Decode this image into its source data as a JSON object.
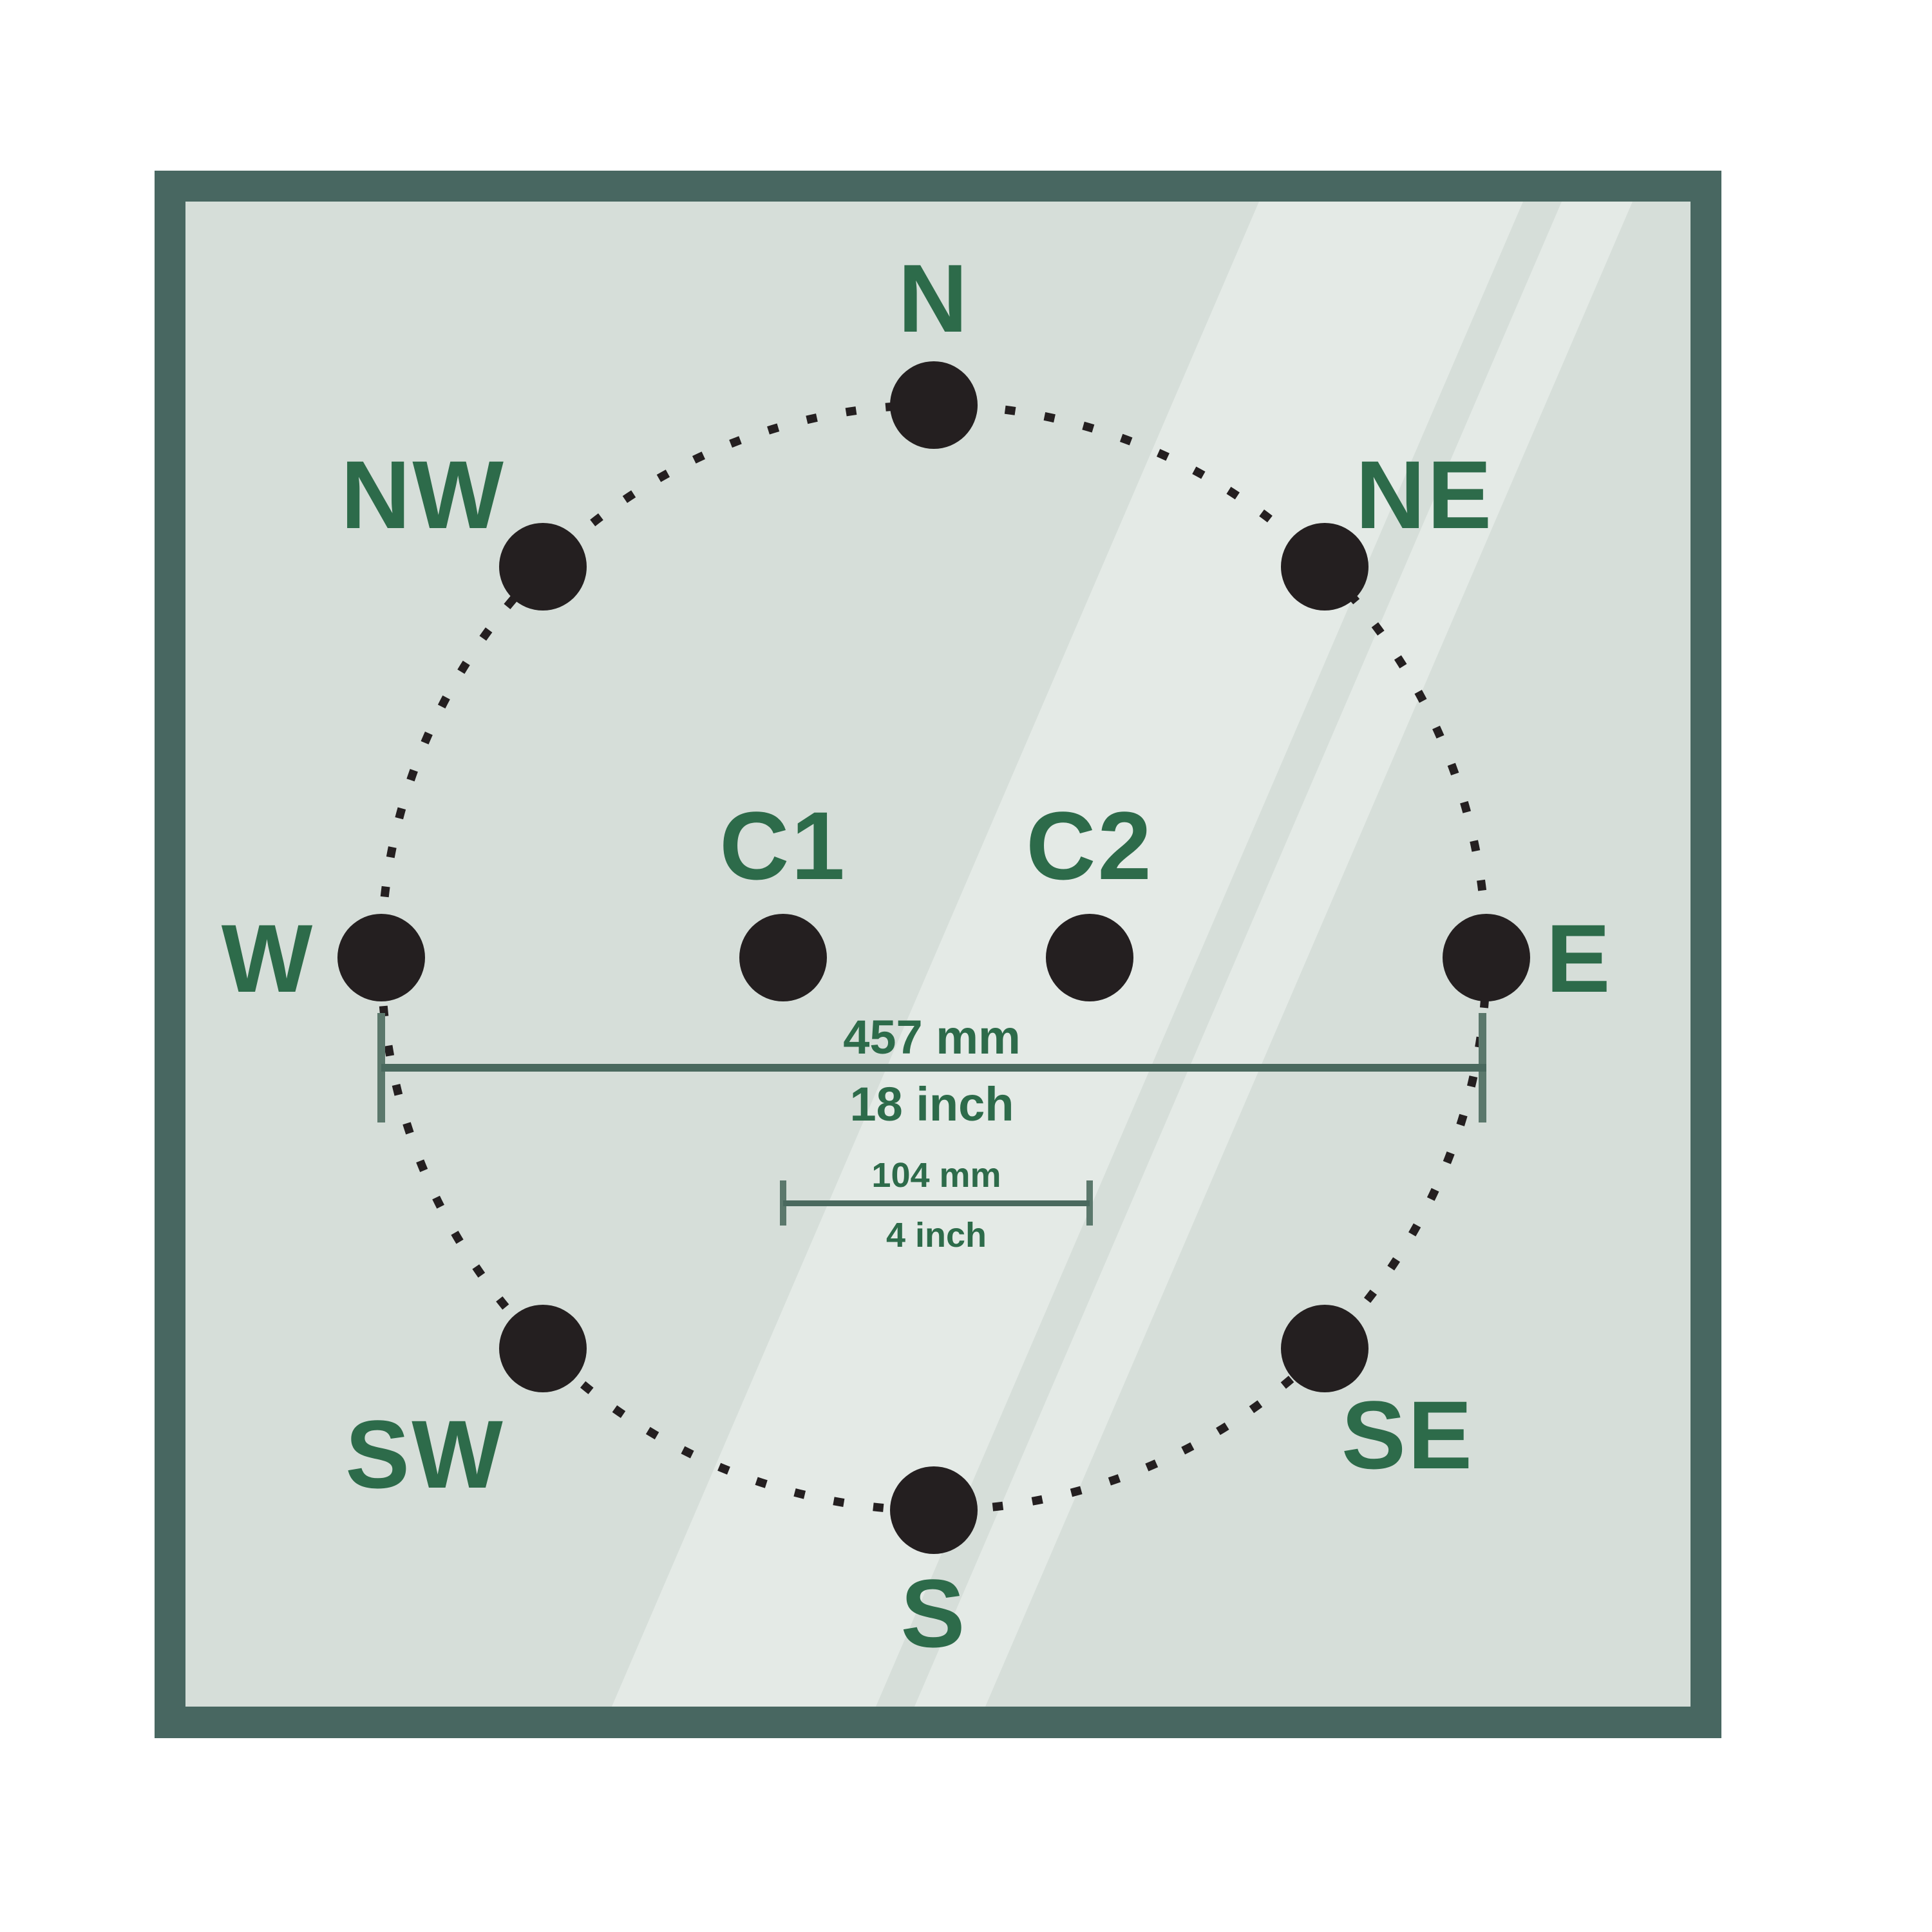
{
  "diagram": {
    "compass": {
      "n": "N",
      "ne": "NE",
      "e": "E",
      "se": "SE",
      "s": "S",
      "sw": "SW",
      "w": "W",
      "nw": "NW"
    },
    "centers": {
      "c1": "C1",
      "c2": "C2"
    },
    "diameter_dimension": {
      "metric": "457 mm",
      "imperial": "18 inch"
    },
    "center_dimension": {
      "metric": "104 mm",
      "imperial": "4 inch"
    }
  },
  "colors": {
    "frame_green": "#486761",
    "panel_green": "#d6ded9",
    "glare_light": "#e4eae6",
    "label_green": "#2d6b4a",
    "dot_black": "#241f20",
    "dimension_line": "#4a695e",
    "dimension_tick": "#5b786c"
  }
}
